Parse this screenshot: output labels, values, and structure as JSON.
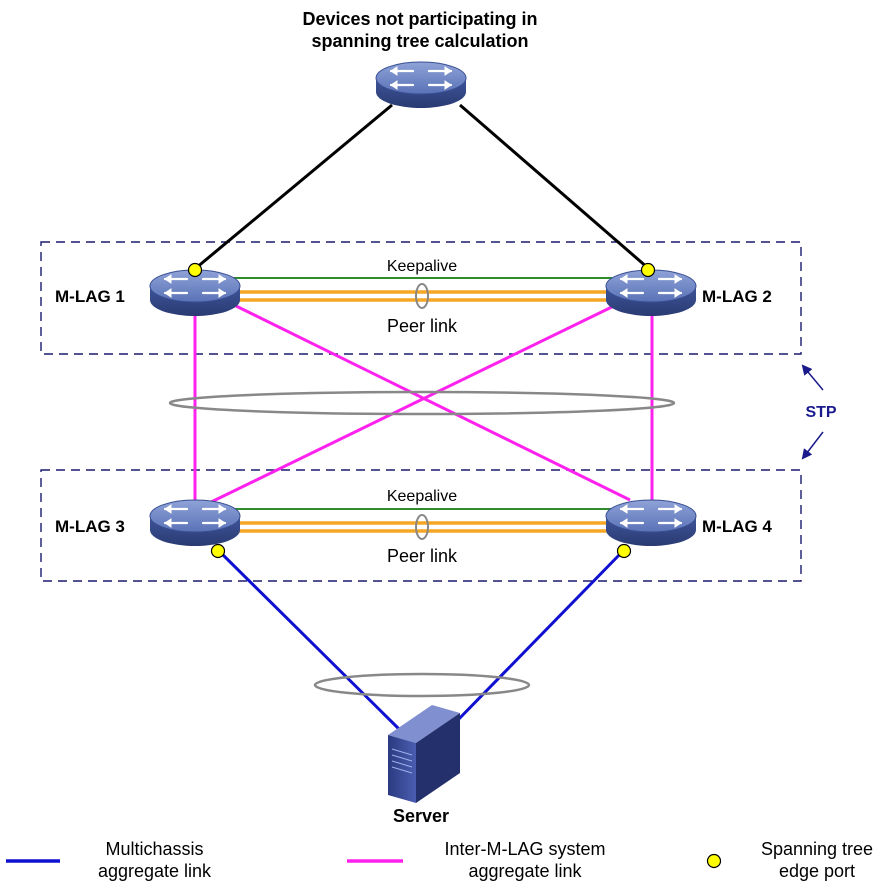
{
  "top_label": [
    "Devices not participating in",
    "spanning tree calculation"
  ],
  "devices": {
    "mlag1": "M-LAG 1",
    "mlag2": "M-LAG 2",
    "mlag3": "M-LAG 3",
    "mlag4": "M-LAG 4",
    "server": "Server"
  },
  "links": {
    "keepalive_top": "Keepalive",
    "peer_link_top": "Peer link",
    "keepalive_bottom": "Keepalive",
    "peer_link_bottom": "Peer link"
  },
  "stp_label": "STP",
  "legend": {
    "multichassis": [
      "Multichassis",
      "aggregate link"
    ],
    "inter_mlag": [
      "Inter-M-LAG system",
      "aggregate link"
    ],
    "edge_port": [
      "Spanning tree",
      "edge port"
    ]
  },
  "colors": {
    "multichassis_link": "#1010d0",
    "inter_mlag_link": "#ff22ee",
    "keepalive_link": "#2e8b2e",
    "peer_link": "#f5a623",
    "edge_port": "#ffff00",
    "dashed_box": "#1a1a6e",
    "stp_arrow": "#1a1a8c",
    "switch_body": "#4a62a8"
  },
  "icons": {
    "switch": "switch-icon",
    "server": "server-icon",
    "edge_port": "edge-port-dot-icon"
  }
}
